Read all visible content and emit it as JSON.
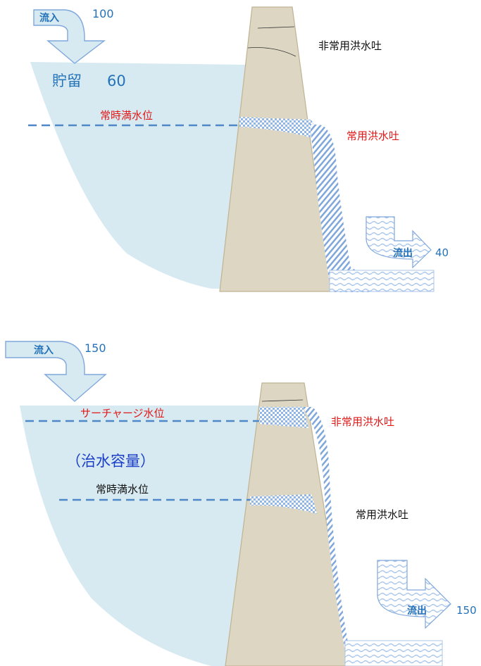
{
  "top": {
    "inflow_label": "流入",
    "inflow_value": "100",
    "storage_label": "貯留",
    "storage_value": "60",
    "normal_water_level_label": "常時満水位",
    "emergency_spillway_label": "非常用洪水吐",
    "regular_spillway_label": "常用洪水吐",
    "outflow_label": "流出",
    "outflow_value": "40"
  },
  "bottom": {
    "inflow_label": "流入",
    "inflow_value": "150",
    "surcharge_level_label": "サーチャージ水位",
    "flood_capacity_label": "（治水容量）",
    "normal_water_level_label": "常時満水位",
    "emergency_spillway_label": "非常用洪水吐",
    "regular_spillway_label": "常用洪水吐",
    "outflow_label": "流出",
    "outflow_value": "150"
  },
  "colors": {
    "water": "#d8eaf1",
    "dam_body": "#ddd6c2",
    "dam_edge": "#c0b393",
    "blue_text": "#2472b8",
    "red_text": "#e01818",
    "dashed_line": "#4f87c9",
    "spill_stripe": "#7fa7dc"
  }
}
